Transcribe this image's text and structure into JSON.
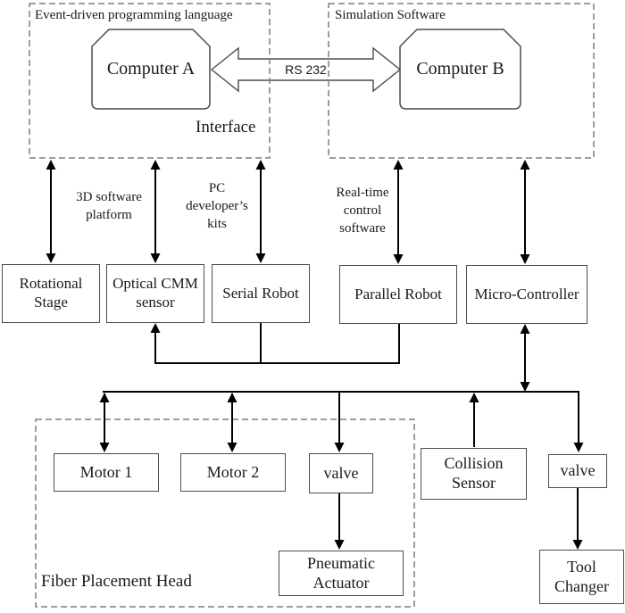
{
  "groups": {
    "event_driven": "Event-driven programming language",
    "simulation": "Simulation Software",
    "fiber_placement_head": "Fiber Placement Head"
  },
  "labels": {
    "interface": "Interface",
    "rs232": "RS 232",
    "software_3d": "3D software\nplatform",
    "pc_kits": "PC\ndeveloper’s\nkits",
    "realtime": "Real-time\ncontrol\nsoftware"
  },
  "nodes": {
    "computer_a": "Computer A",
    "computer_b": "Computer B",
    "rotational_stage": "Rotational\nStage",
    "optical_cmm": "Optical CMM\nsensor",
    "serial_robot": "Serial Robot",
    "parallel_robot": "Parallel Robot",
    "micro_controller": "Micro-Controller",
    "motor_1": "Motor 1",
    "motor_2": "Motor 2",
    "valve_left": "valve",
    "valve_right": "valve",
    "collision_sensor": "Collision\nSensor",
    "pneumatic_actuator": "Pneumatic\nActuator",
    "tool_changer": "Tool\nChanger"
  },
  "colors": {
    "line": "#000000",
    "box_border": "#4c4c4c",
    "dash": "#7f7f7f",
    "bg": "#ffffff"
  }
}
